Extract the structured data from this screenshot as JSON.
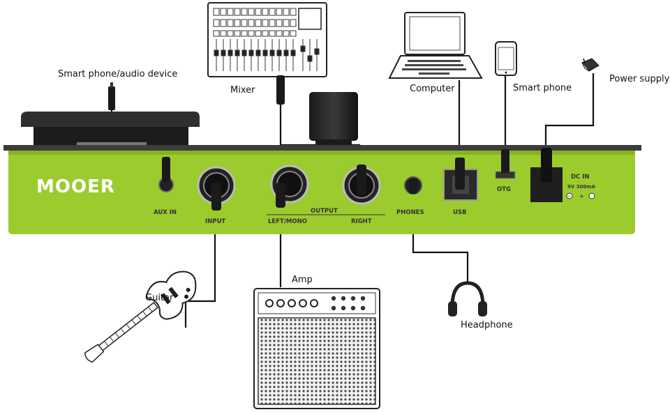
{
  "device": {
    "brand": "MOOER",
    "body_color": "#9ccb2e",
    "ports": {
      "aux_in": "AUX IN",
      "input": "INPUT",
      "output": "OUTPUT",
      "left_mono": "LEFT/MONO",
      "right": "RIGHT",
      "phones": "PHONES",
      "usb": "USB",
      "otg": "OTG",
      "dc_in": "DC IN",
      "dc_spec": "9V 300mA"
    }
  },
  "connections": {
    "smartphone_audio": "Smart phone/audio device",
    "mixer": "Mixer",
    "computer": "Computer",
    "smartphone": "Smart phone",
    "power_supply": "Power supply",
    "guitar": "Guitar",
    "amp": "Amp",
    "headphone": "Headphone"
  },
  "icons": [
    "mixer-icon",
    "laptop-icon",
    "smartphone-icon",
    "power-adapter-icon",
    "guitar-icon",
    "amp-icon",
    "headphone-icon",
    "cable-plug-icon"
  ]
}
